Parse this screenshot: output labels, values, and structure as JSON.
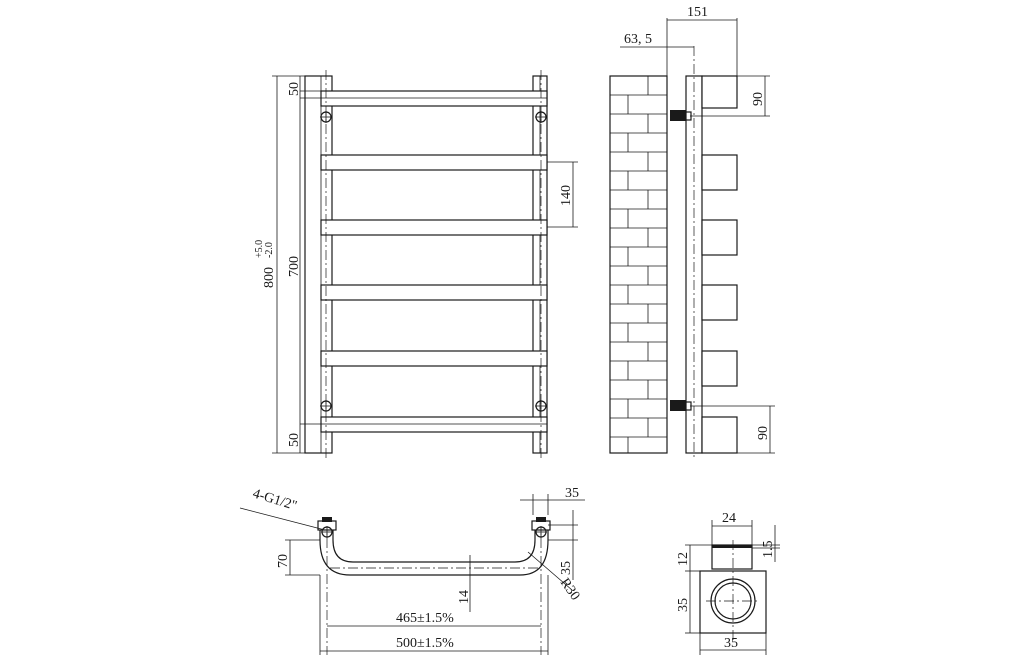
{
  "front_view": {
    "overall_height": "800",
    "tolerance_upper": "+5.0",
    "tolerance_lower": "-2.0",
    "center_height": "700",
    "top_offset": "50",
    "bottom_offset": "50",
    "bar_spacing": "140"
  },
  "side_view": {
    "depth_total": "151",
    "wall_to_center": "63, 5",
    "top_valve_height": "90",
    "bottom_valve_height": "90"
  },
  "bottom_view": {
    "connection_label": "4-G1/2\"",
    "rail_height": "70",
    "bar_width": "35",
    "bar_depth": "35",
    "bend_radius": "R30",
    "center_gap": "14",
    "center_width": "465±1.5%",
    "overall_width": "500±1.5%"
  },
  "section_view": {
    "top_width": "24",
    "top_thickness": "1.5",
    "top_height": "12",
    "box_height": "35",
    "box_width": "35"
  }
}
